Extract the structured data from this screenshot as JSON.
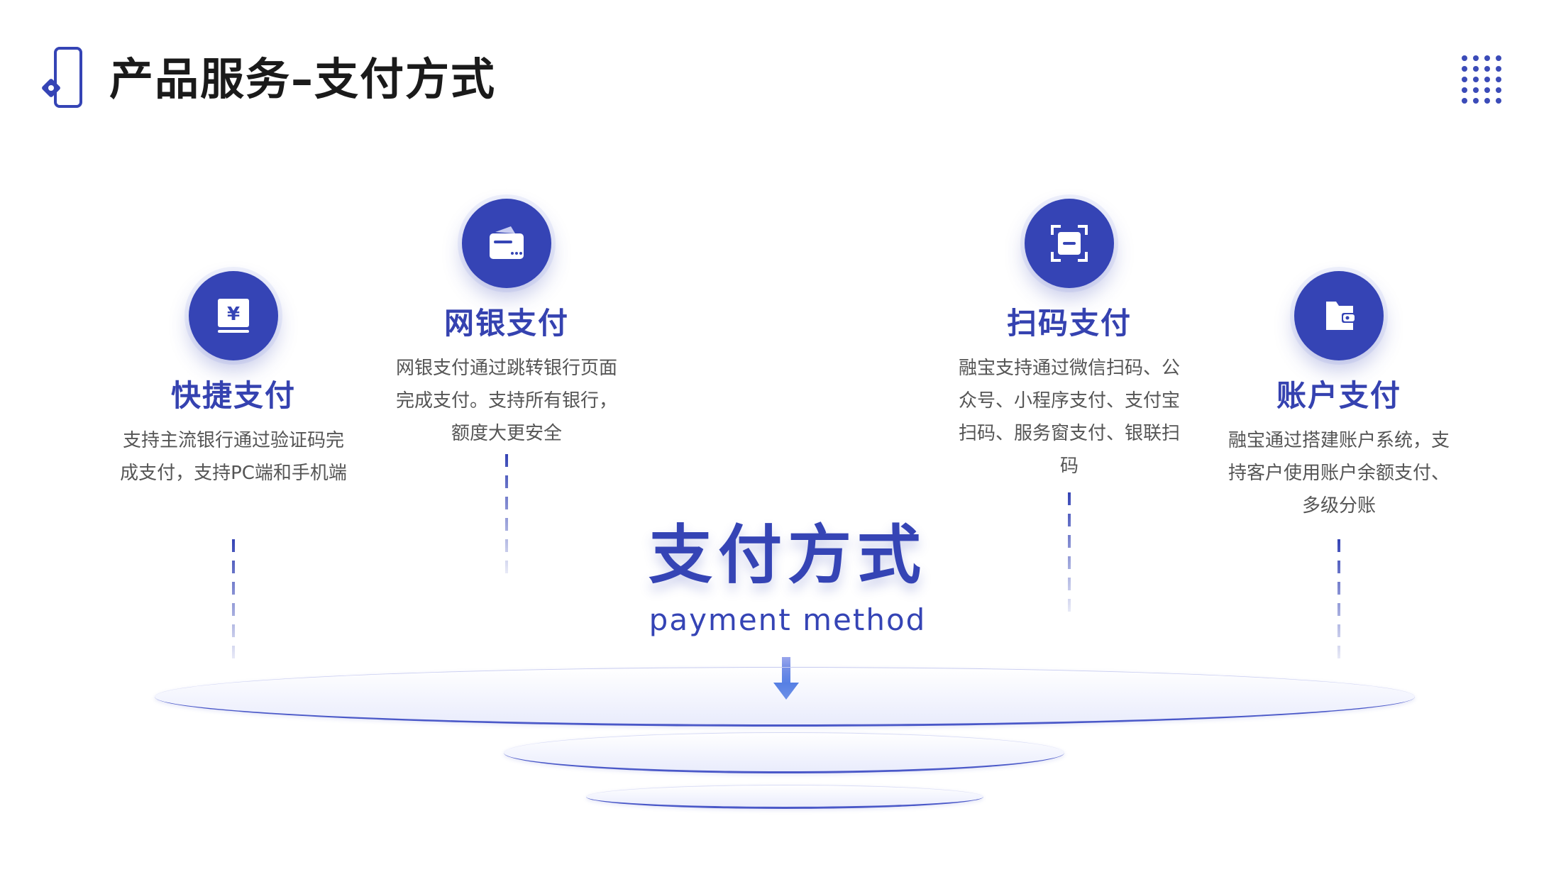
{
  "header": {
    "title": "产品服务–支付方式",
    "title_icon": "phone-pay-icon",
    "menu_icon": "dots-grid-icon"
  },
  "center": {
    "title": "支付方式",
    "subtitle": "payment method",
    "arrow_icon": "arrow-down-icon"
  },
  "features": [
    {
      "title": "快捷支付",
      "icon": "yen-card-icon",
      "desc": "支持主流银行通过验证码完成支付，支持PC端和手机端"
    },
    {
      "title": "网银支付",
      "icon": "bank-card-icon",
      "desc": "网银支付通过跳转银行页面完成支付。支持所有银行，额度大更安全"
    },
    {
      "title": "扫码支付",
      "icon": "scan-code-icon",
      "desc": "融宝支持通过微信扫码、公众号、小程序支付、支付宝扫码、服务窗支付、银联扫码"
    },
    {
      "title": "账户支付",
      "icon": "wallet-icon",
      "desc": "融宝通过搭建账户系统，支持客户使用账户余额支付、多级分账"
    }
  ],
  "colors": {
    "accent": "#3544b5",
    "title_text": "#1a1a1a",
    "body_text": "#555555"
  }
}
